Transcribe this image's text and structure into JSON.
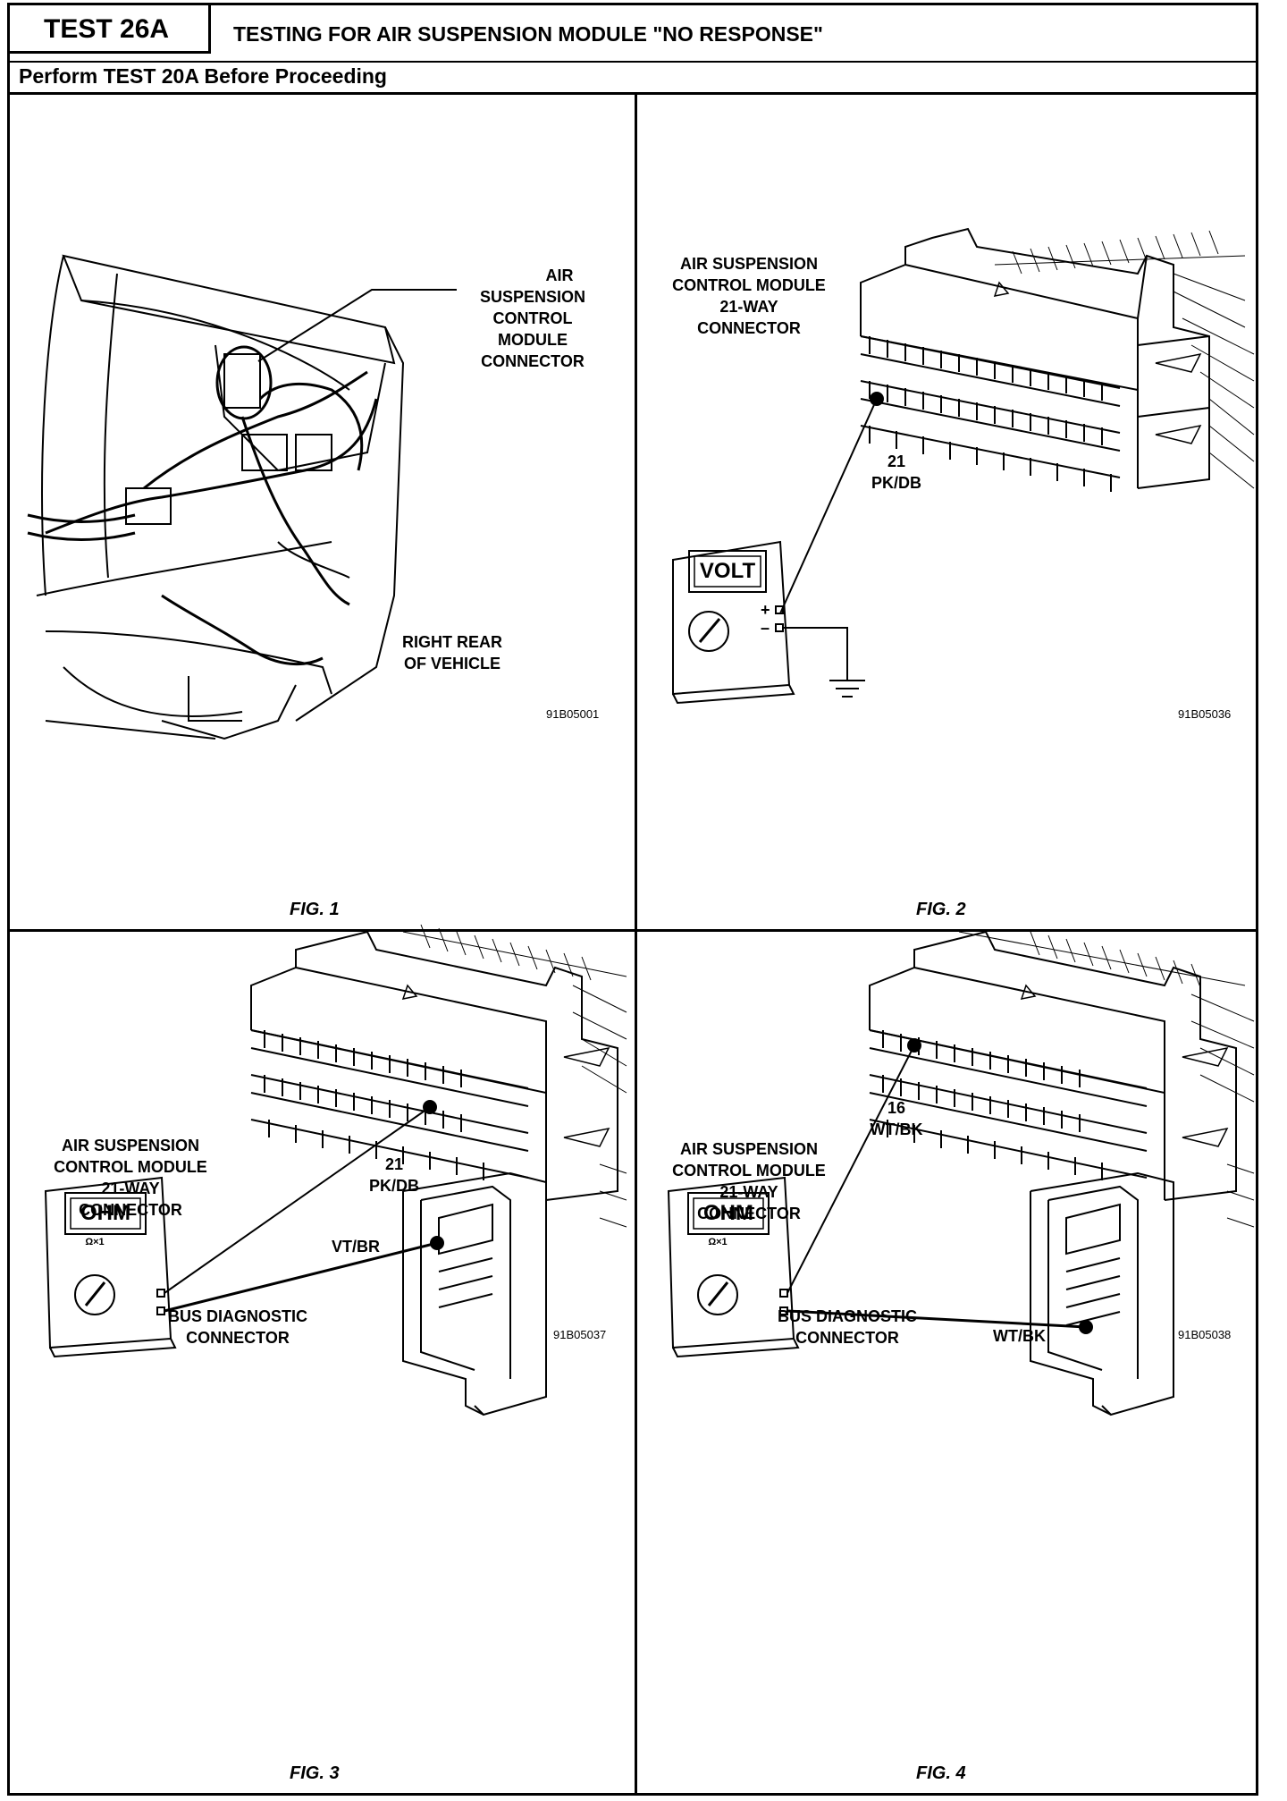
{
  "header": {
    "test_id": "TEST 26A",
    "title": "TESTING FOR AIR SUSPENSION MODULE \"NO RESPONSE\"",
    "subtitle": "Perform TEST 20A Before Proceeding"
  },
  "fig1": {
    "label_connector": [
      "AIR",
      "SUSPENSION",
      "CONTROL",
      "MODULE",
      "CONNECTOR"
    ],
    "label_location": [
      "RIGHT REAR",
      "OF VEHICLE"
    ],
    "code": "91B05001",
    "caption": "FIG. 1"
  },
  "fig2": {
    "label_connector": [
      "AIR SUSPENSION",
      "CONTROL MODULE",
      "21-WAY",
      "CONNECTOR"
    ],
    "pin_number": "21",
    "pin_wire": "PK/DB",
    "meter_display": "VOLT",
    "plus": "+",
    "minus": "–",
    "code": "91B05036",
    "caption": "FIG. 2"
  },
  "fig3": {
    "label_connector": [
      "AIR SUSPENSION",
      "CONTROL MODULE",
      "21-WAY",
      "CONNECTOR"
    ],
    "pin_number": "21",
    "pin_wire": "PK/DB",
    "meter_display": "OHM",
    "meter_range": "Ω×1",
    "diag_wire": "VT/BR",
    "label_bus": [
      "BUS DIAGNOSTIC",
      "CONNECTOR"
    ],
    "code": "91B05037",
    "caption": "FIG. 3"
  },
  "fig4": {
    "label_connector": [
      "AIR SUSPENSION",
      "CONTROL MODULE",
      "21-WAY",
      "CONNECTOR"
    ],
    "pin_number": "16",
    "pin_wire": "WT/BK",
    "meter_display": "OHM",
    "meter_range": "Ω×1",
    "diag_wire": "WT/BK",
    "label_bus": [
      "BUS DIAGNOSTIC",
      "CONNECTOR"
    ],
    "code": "91B05038",
    "caption": "FIG. 4"
  }
}
